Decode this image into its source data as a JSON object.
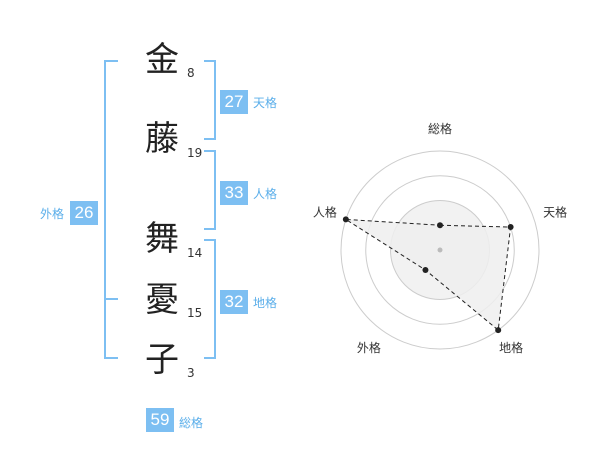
{
  "name": {
    "characters": [
      {
        "char": "金",
        "strokes": "8"
      },
      {
        "char": "藤",
        "strokes": "19"
      },
      {
        "char": "舞",
        "strokes": "14"
      },
      {
        "char": "憂",
        "strokes": "15"
      },
      {
        "char": "子",
        "strokes": "3"
      }
    ]
  },
  "fortunes": {
    "tenkaku": {
      "value": "27",
      "label": "天格"
    },
    "jinkaku": {
      "value": "33",
      "label": "人格"
    },
    "chikaku": {
      "value": "32",
      "label": "地格"
    },
    "gaikaku": {
      "value": "26",
      "label": "外格"
    },
    "soukaku": {
      "value": "59",
      "label": "総格"
    }
  },
  "colors": {
    "accent": "#7dbff2",
    "label": "#5aaeea",
    "text": "#222222"
  },
  "chart_data": {
    "type": "radar",
    "axes": [
      "総格",
      "天格",
      "地格",
      "外格",
      "人格"
    ],
    "values": [
      1,
      3,
      4,
      1,
      4
    ],
    "max": 4
  }
}
